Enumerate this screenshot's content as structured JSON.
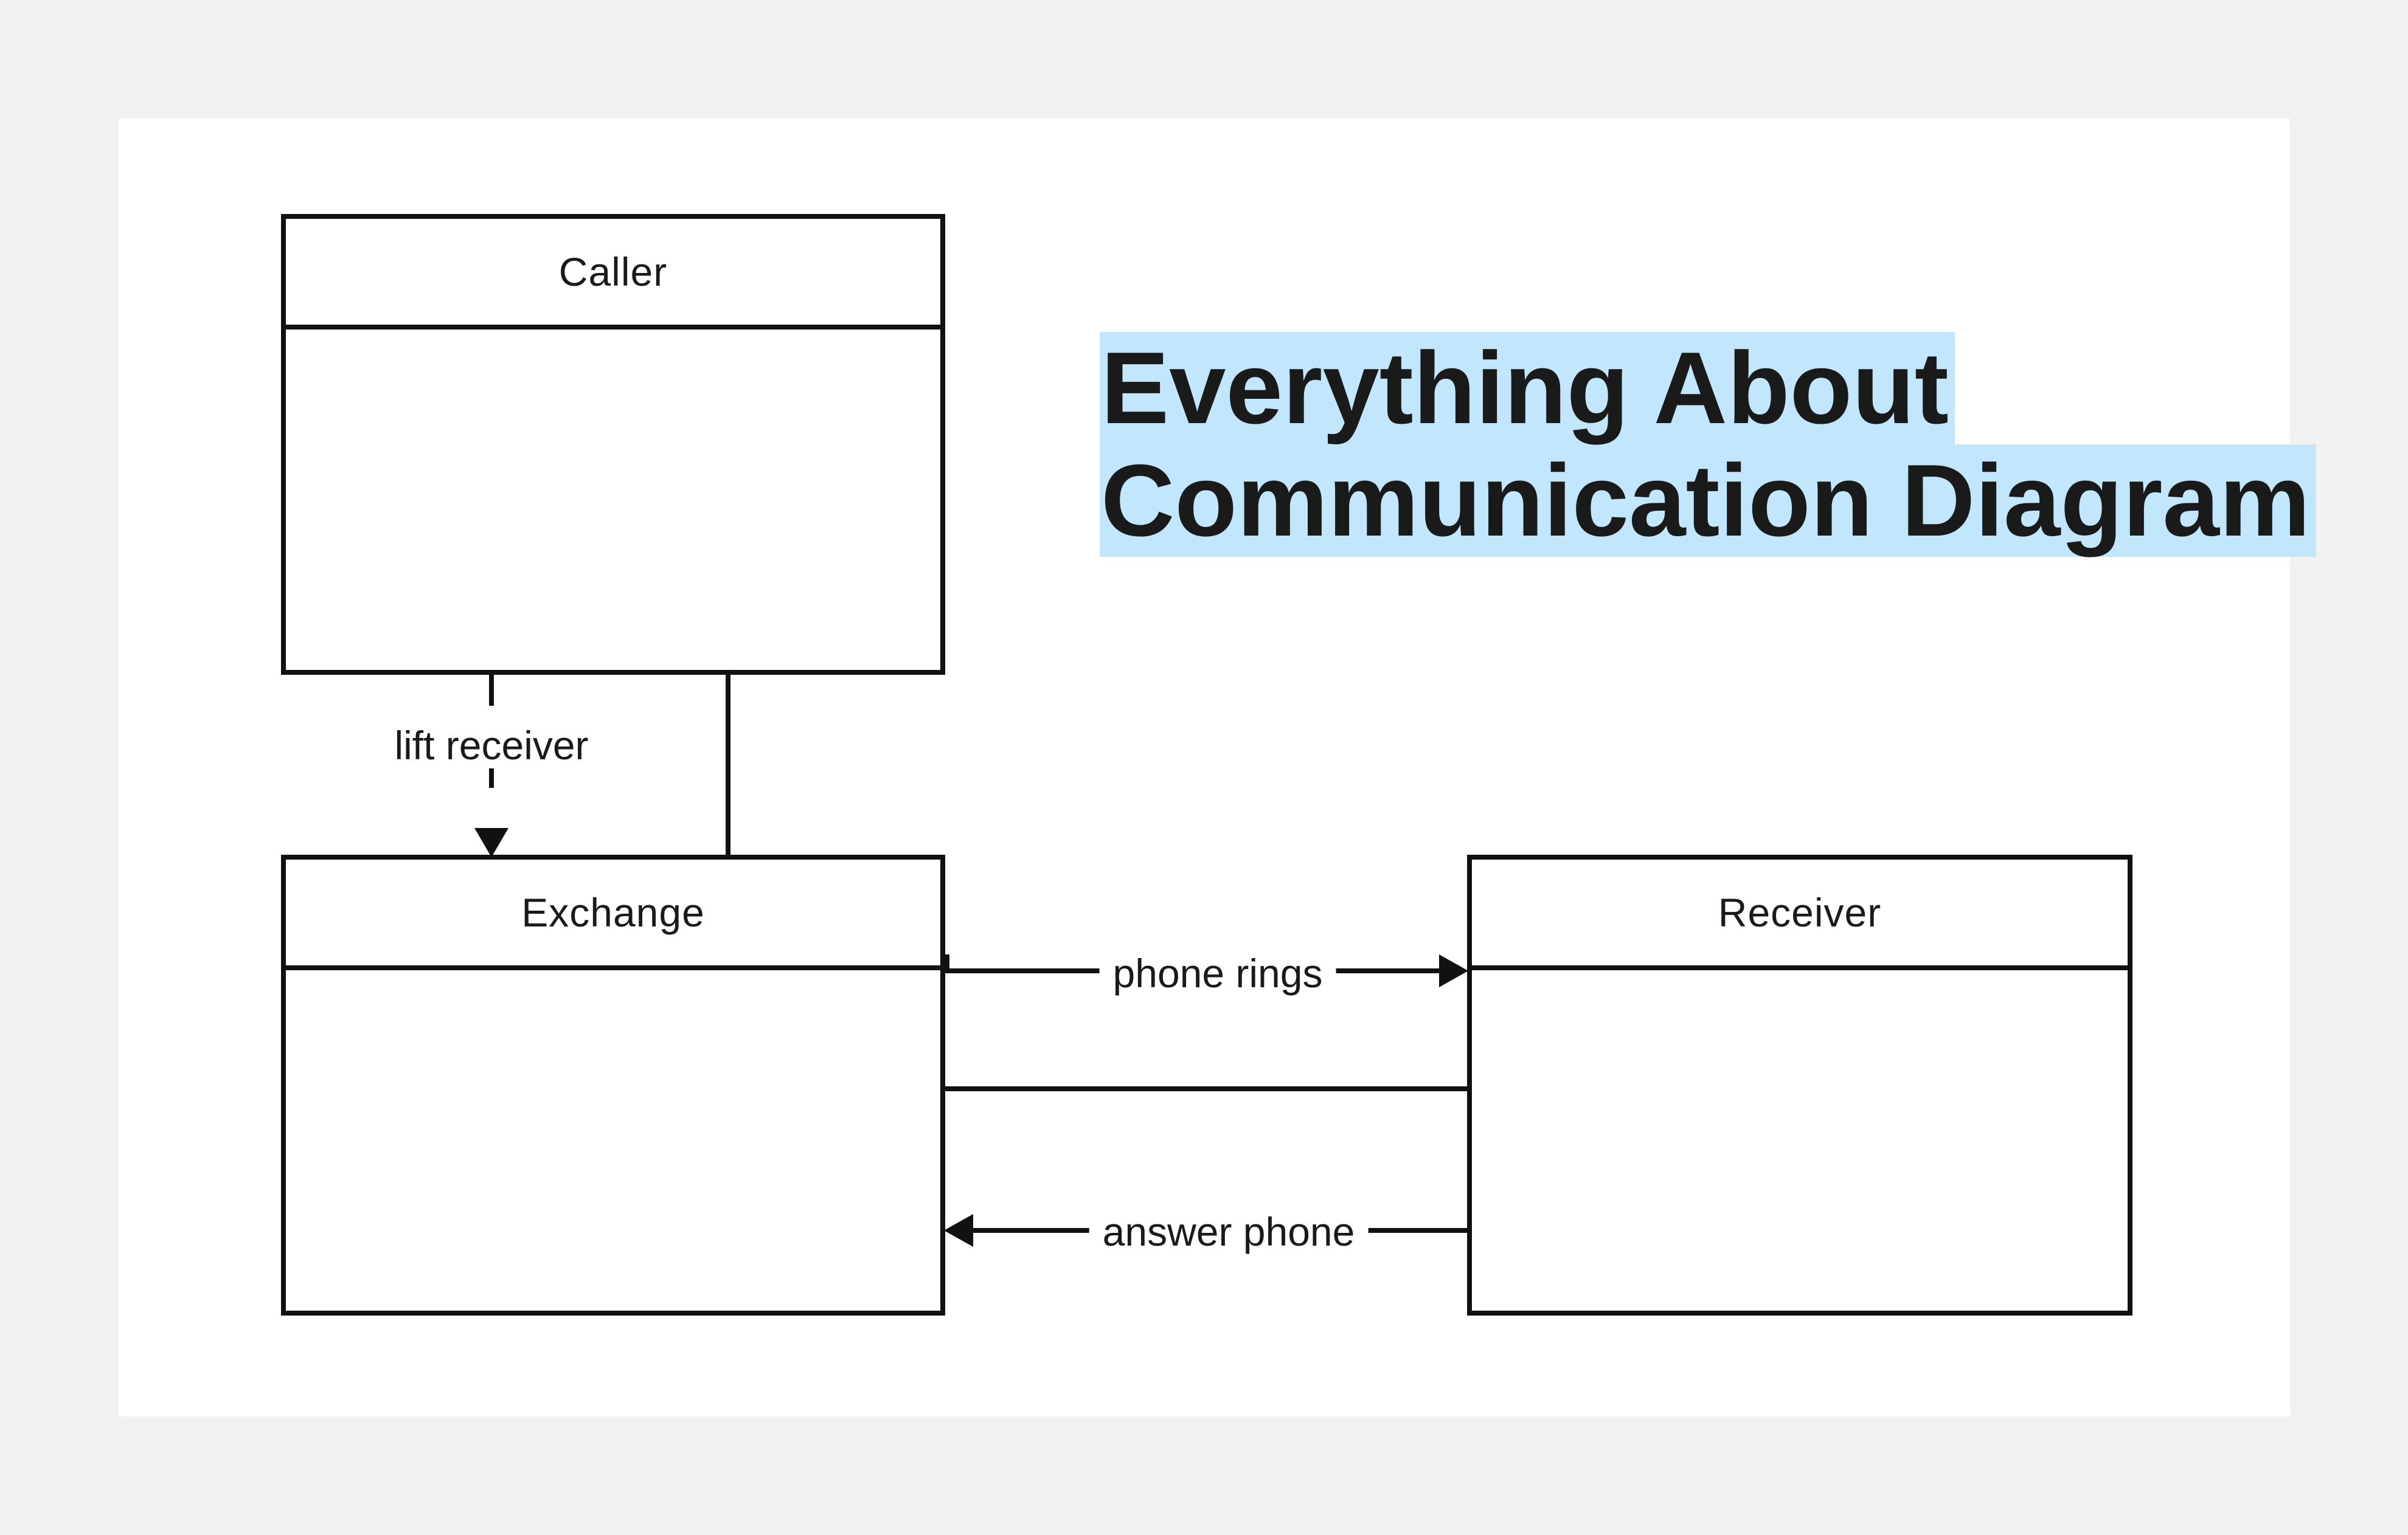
{
  "title": {
    "line1": "Everything About",
    "line2": "Communication Diagram"
  },
  "objects": {
    "caller": "Caller",
    "exchange": "Exchange",
    "receiver": "Receiver"
  },
  "messages": {
    "lift_receiver": "lift receiver",
    "phone_rings": "phone rings",
    "answer_phone": "answer phone"
  },
  "colors": {
    "background": "#f2f2f2",
    "canvas": "#ffffff",
    "stroke": "#111111",
    "title_highlight": "#c2e7fd"
  }
}
